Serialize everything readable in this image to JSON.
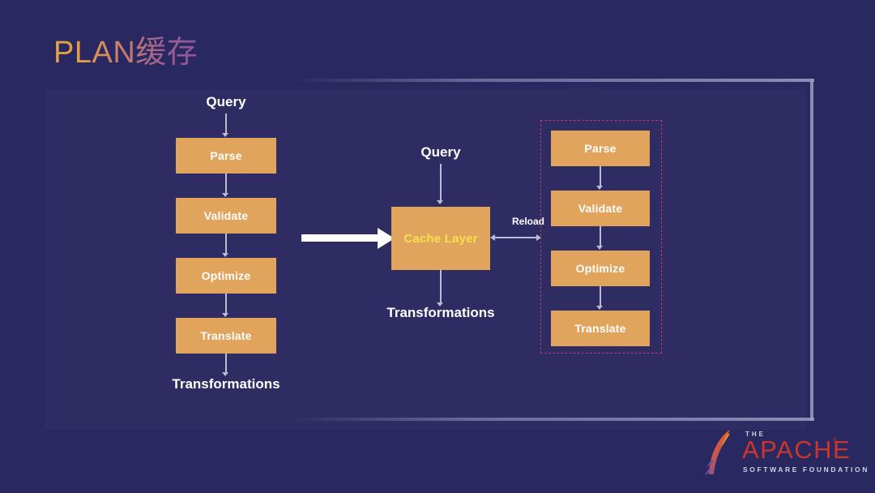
{
  "slide": {
    "title": "PLAN缓存",
    "background_color": "#2a2860",
    "accent_box_color": "#e0a45c",
    "cache_text_color": "#f5e14e",
    "dashed_border_color": "#c23463",
    "frame_color": "#9a9ec4"
  },
  "left_flow": {
    "input_label": "Query",
    "steps": [
      {
        "label": "Parse"
      },
      {
        "label": "Validate"
      },
      {
        "label": "Optimize"
      },
      {
        "label": "Translate"
      }
    ],
    "output_label": "Transformations"
  },
  "transition": {
    "arrow_name": "big-right-arrow"
  },
  "middle_flow": {
    "input_label": "Query",
    "cache_label": "Cache Layer",
    "output_label": "Transformations"
  },
  "reload": {
    "label": "Reload"
  },
  "right_flow": {
    "steps": [
      {
        "label": "Parse"
      },
      {
        "label": "Validate"
      },
      {
        "label": "Optimize"
      },
      {
        "label": "Translate"
      }
    ]
  },
  "logo": {
    "the": "THE",
    "name": "APACHE",
    "registered": "®",
    "tagline": "SOFTWARE FOUNDATION"
  }
}
